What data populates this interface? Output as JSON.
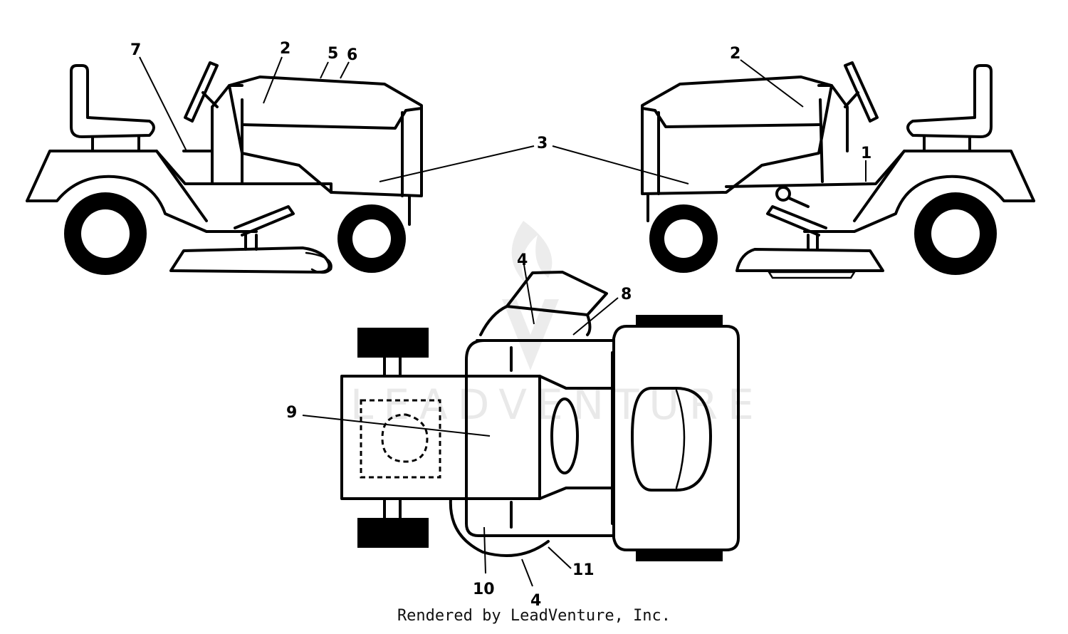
{
  "watermark": "LEADVENTURE",
  "credit": "Rendered by LeadVenture, Inc.",
  "callouts": {
    "c7": "7",
    "c2_left": "2",
    "c5": "5",
    "c6": "6",
    "c2_right": "2",
    "c3": "3",
    "c1": "1",
    "c4_top": "4",
    "c8": "8",
    "c9": "9",
    "c10": "10",
    "c4_bottom": "4",
    "c11": "11"
  }
}
